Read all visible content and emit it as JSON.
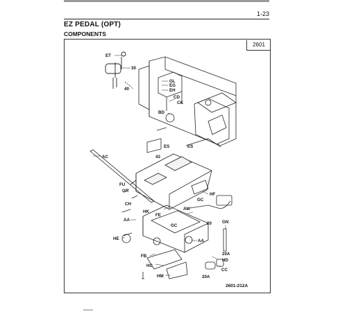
{
  "page_number": "1-23",
  "section_title": "EZ PEDAL (OPT)",
  "subsection_title": "COMPONENTS",
  "figure_number": "2601",
  "figure_code": "2601-212A",
  "callouts": [
    "ET",
    "30",
    "40",
    "GL",
    "EG",
    "EH",
    "CD",
    "CK",
    "BD",
    "ES",
    "ES",
    "AC",
    "43",
    "FU",
    "GR",
    "CH",
    "HF",
    "GC",
    "HK",
    "FE",
    "AW",
    "20",
    "GC",
    "AA",
    "GN",
    "HE",
    "AA",
    "20A",
    "FB",
    "HD",
    "HC",
    "CC",
    "HM",
    "20A"
  ],
  "icon_names": [
    "pedal-assembly-diagram",
    "bracket-mount-diagram"
  ]
}
